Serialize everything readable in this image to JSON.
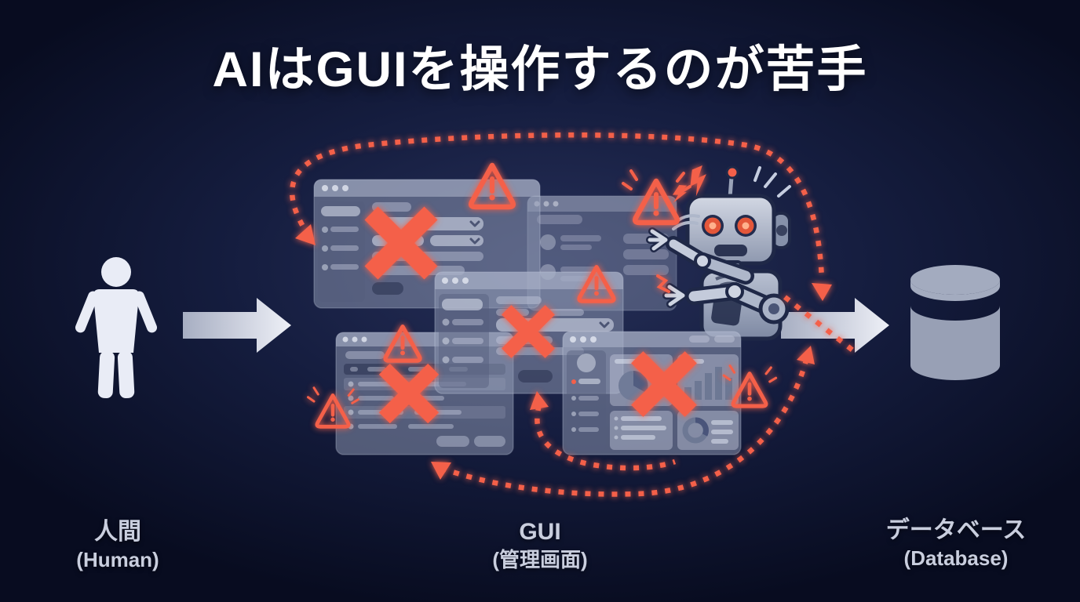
{
  "title": "AIはGUIを操作するのが苦手",
  "nodes": {
    "human": {
      "label": "人間",
      "sublabel": "(Human)"
    },
    "gui": {
      "label": "GUI",
      "sublabel": "(管理画面)"
    },
    "database": {
      "label": "データベース",
      "sublabel": "(Database)"
    }
  },
  "colors": {
    "accent": "#f4604a",
    "background_center": "#273059",
    "background_mid": "#151d3f",
    "background_edge": "#080c20",
    "title_color": "#ffffff",
    "label_color": "#c9cede",
    "window_tint": "#949eb8",
    "arrow_gray": "#ccd2e0",
    "robot_metal": "#aab3c7",
    "database_gray": "#9aa2b8"
  },
  "icons": [
    "human-pictogram-icon",
    "flow-arrow-icon",
    "app-window-icon",
    "error-x-icon",
    "warning-triangle-icon",
    "robot-icon",
    "database-cylinder-icon",
    "dashed-failure-arrow-icon"
  ]
}
